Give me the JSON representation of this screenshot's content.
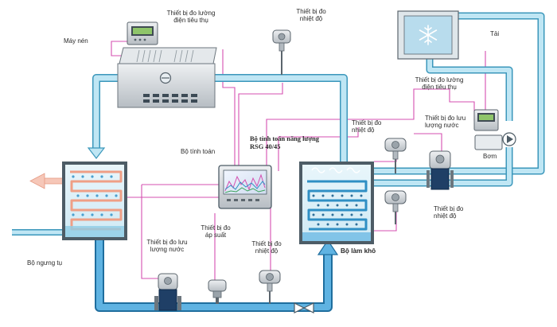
{
  "colors": {
    "pipe_fill": "#b9e3f2",
    "pipe_edge": "#3b97bb",
    "pipe_dark": "#2f8fc4",
    "signal_line": "#d54fb0",
    "device_grey": "#c9ced3",
    "hot_arrow": "#f2b5a5"
  },
  "icons": [
    "snowflake-icon",
    "valve-icon",
    "pump-icon",
    "fan-icon",
    "arrow-down-icon",
    "arrow-up-icon",
    "arrow-left-icon"
  ],
  "labels": {
    "meter_top_line1": "Thiết bị đo lường",
    "meter_top_line2": "điện tiêu thụ",
    "temp_top_line1": "Thiết bị đo",
    "temp_top_line2": "nhiệt độ",
    "compressor": "Máy nén",
    "load": "Tải",
    "meter_right_line1": "Thiết bị đo lường",
    "meter_right_line2": "điện tiêu thụ",
    "calc_line1": "Bộ tính toán năng lượng",
    "calc_line2": "RSG 40/45",
    "calculator": "Bộ tính toán",
    "temp_mid_line1": "Thiết bị đo",
    "temp_mid_line2": "nhiệt độ",
    "flow_right_line1": "Thiết bị đo lưu",
    "flow_right_line2": "lượng nước",
    "pump": "Bơm",
    "temp_right_line1": "Thiết bị đo",
    "temp_right_line2": "nhiệt độ",
    "pressure_line1": "Thiết bị đo",
    "pressure_line2": "áp suất",
    "flow_left_line1": "Thiết bị đo lưu",
    "flow_left_line2": "lượng nước",
    "temp_bottom_line1": "Thiết bị đo",
    "temp_bottom_line2": "nhiệt độ",
    "dryer": "Bộ làm khô",
    "condenser": "Bộ ngưng tụ"
  }
}
